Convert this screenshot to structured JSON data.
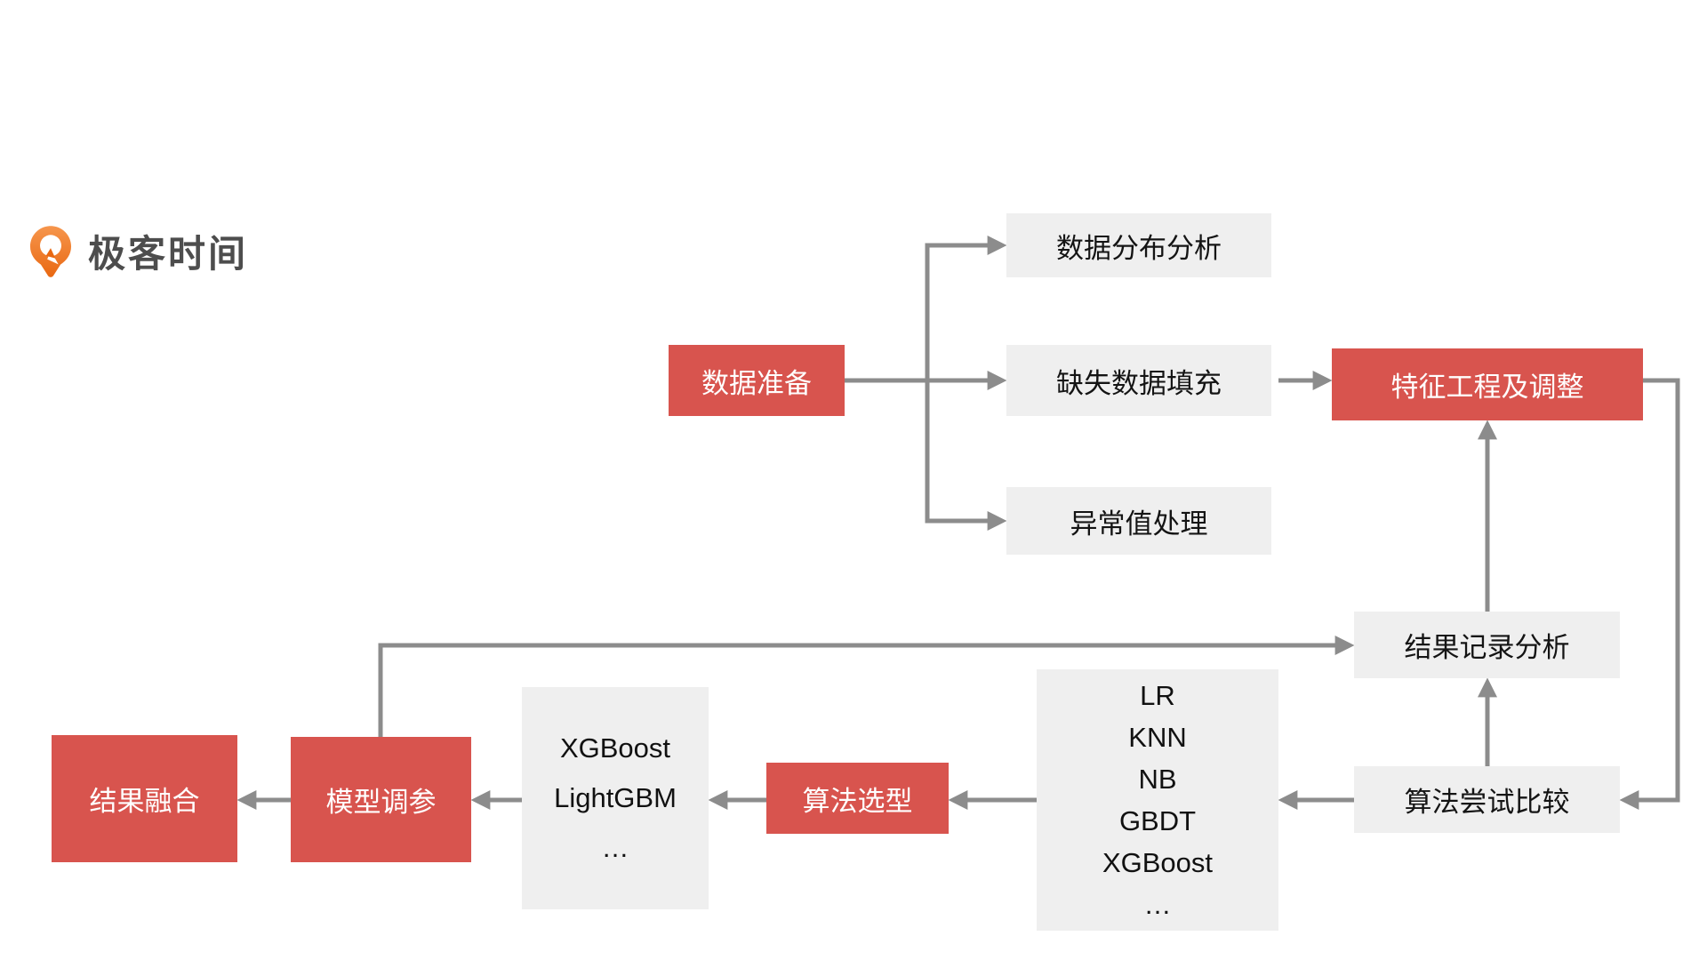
{
  "logo": {
    "brand": "极客时间",
    "icon": "geektime-pin-icon"
  },
  "nodes": {
    "data_prep": {
      "label": "数据准备",
      "style": "red"
    },
    "dist_analysis": {
      "label": "数据分布分析",
      "style": "gray"
    },
    "missing_fill": {
      "label": "缺失数据填充",
      "style": "gray"
    },
    "outlier": {
      "label": "异常值处理",
      "style": "gray"
    },
    "feature_eng": {
      "label": "特征工程及调整",
      "style": "red"
    },
    "result_record": {
      "label": "结果记录分析",
      "style": "gray"
    },
    "algo_compare": {
      "label": "算法尝试比较",
      "style": "gray"
    },
    "algorithms_pool": {
      "style": "gray",
      "lines": [
        "LR",
        "KNN",
        "NB",
        "GBDT",
        "XGBoost",
        "…"
      ]
    },
    "algo_select": {
      "label": "算法选型",
      "style": "red"
    },
    "model_pool": {
      "style": "gray",
      "lines": [
        "XGBoost",
        "LightGBM",
        "…"
      ]
    },
    "model_tuning": {
      "label": "模型调参",
      "style": "red"
    },
    "result_fusion": {
      "label": "结果融合",
      "style": "red"
    }
  },
  "edges": [
    "数据准备 → 数据分布分析",
    "数据准备 → 缺失数据填充",
    "数据准备 → 异常值处理",
    "缺失数据填充 → 特征工程及调整",
    "特征工程及调整 → 算法尝试比较",
    "算法尝试比较 → 结果记录分析",
    "结果记录分析 → 特征工程及调整",
    "算法尝试比较 → 算法池(LR/KNN/NB/GBDT/XGBoost/…)",
    "算法池 → 算法选型",
    "算法选型 → 模型池(XGBoost/LightGBM/…)",
    "模型池 → 模型调参",
    "模型调参 → 结果融合",
    "模型调参 → 结果记录分析"
  ],
  "colors": {
    "node_red": "#d8544e",
    "node_gray": "#efefef",
    "connector_gray": "#8c8c8c",
    "logo_orange_light": "#f6964d",
    "logo_orange_dark": "#e96812",
    "logo_text_gray": "#4d4d4d"
  }
}
